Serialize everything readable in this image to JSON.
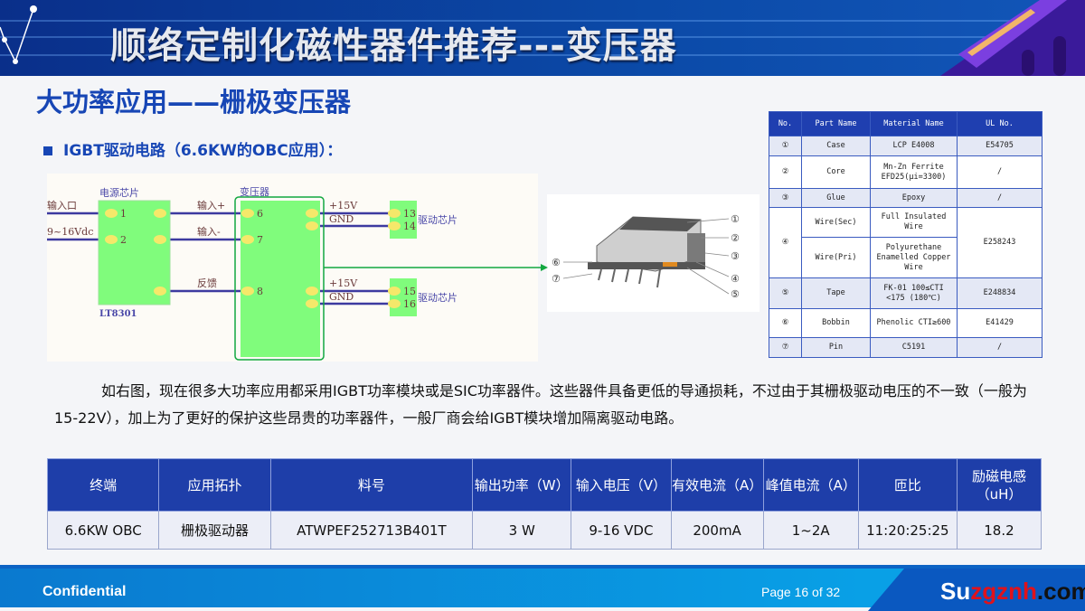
{
  "header": {
    "title": "顺络定制化磁性器件推荐---变压器"
  },
  "subtitle": "大功率应用——栅极变压器",
  "bullet": "IGBT驱动电路（6.6KW的OBC应用）：",
  "schematic": {
    "power_chip_label": "电源芯片",
    "power_chip_part": "LT8301",
    "transformer_label": "变压器",
    "input_port": "输入口",
    "input_range": "9~16Vdc",
    "net_in_plus": "输入+",
    "net_in_minus": "输入-",
    "net_feedback": "反馈",
    "v1": "+15V",
    "gnd1": "GND",
    "v2": "+15V",
    "gnd2": "GND",
    "driver_label_1": "驱动芯片",
    "driver_label_2": "驱动芯片",
    "pins": [
      "1",
      "2",
      "6",
      "7",
      "8",
      "13",
      "14",
      "15",
      "16"
    ]
  },
  "photo": {
    "callouts": [
      "①",
      "②",
      "③",
      "④",
      "⑤",
      "⑥",
      "⑦"
    ]
  },
  "spec_table": {
    "headers": [
      "No.",
      "Part Name",
      "Material Name",
      "UL No."
    ],
    "rows": [
      {
        "no": "①",
        "part": "Case",
        "material": "LCP E4008",
        "ul": "E54705"
      },
      {
        "no": "②",
        "part": "Core",
        "material": "Mn-Zn Ferrite EFD25(μi=3300)",
        "ul": "/"
      },
      {
        "no": "③",
        "part": "Glue",
        "material": "Epoxy",
        "ul": "/"
      },
      {
        "no": "④",
        "part": "Wire(Sec)",
        "material": "Full Insulated Wire",
        "ul": "E258243",
        "part2": "Wire(Pri)",
        "material2": "Polyurethane Enamelled Copper Wire"
      },
      {
        "no": "⑤",
        "part": "Tape",
        "material": "FK-01 100≤CTI <175 (180℃)",
        "ul": "E248834"
      },
      {
        "no": "⑥",
        "part": "Bobbin",
        "material": "Phenolic CTI≥600",
        "ul": "E41429"
      },
      {
        "no": "⑦",
        "part": "Pin",
        "material": "C5191",
        "ul": "/"
      }
    ]
  },
  "paragraph": "如右图，现在很多大功率应用都采用IGBT功率模块或是SIC功率器件。这些器件具备更低的导通损耗，不过由于其栅极驱动电压的不一致（一般为15-22V），加上为了更好的保护这些昂贵的功率器件，一般厂商会给IGBT模块增加隔离驱动电路。",
  "main_table": {
    "headers": [
      "终端",
      "应用拓扑",
      "料号",
      "输出功率（W）",
      "输入电压（V）",
      "有效电流（A）",
      "峰值电流（A）",
      "匝比",
      "励磁电感（uH）"
    ],
    "row": [
      "6.6KW OBC",
      "栅极驱动器",
      "ATWPEF252713B401T",
      "3 W",
      "9-16 VDC",
      "200mA",
      "1~2A",
      "11:20:25:25",
      "18.2"
    ]
  },
  "footer": {
    "confidential": "Confidential",
    "page": "Page 16 of 32",
    "logo_a": "Su",
    "logo_b": "zgznh",
    "logo_c": ".com"
  }
}
